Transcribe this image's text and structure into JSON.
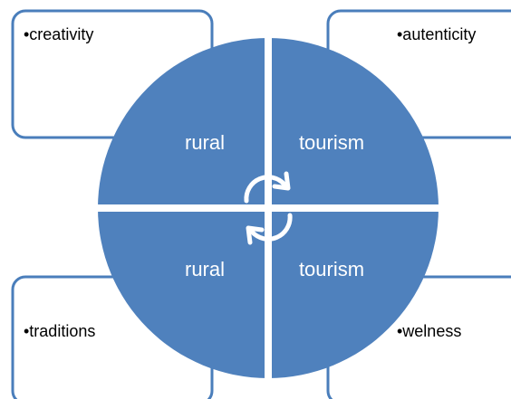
{
  "colors": {
    "box_border": "#4A7EBB",
    "box_fill": "#FFFFFF",
    "quadrant_fill": "#4F81BD",
    "quadrant_separator": "#FFFFFF",
    "arrow": "#FFFFFF"
  },
  "corner_boxes": [
    {
      "id": "top-left",
      "text": "•creativity"
    },
    {
      "id": "top-right",
      "text": "•autenticity"
    },
    {
      "id": "bottom-left",
      "text": "•traditions"
    },
    {
      "id": "bottom-right",
      "text": "•welness"
    }
  ],
  "quadrants": [
    {
      "id": "top-left",
      "label": "rural"
    },
    {
      "id": "top-right",
      "label": "tourism"
    },
    {
      "id": "bottom-left",
      "label": "rural"
    },
    {
      "id": "bottom-right",
      "label": "tourism"
    }
  ],
  "center_icon": "cycle-arrows-icon"
}
